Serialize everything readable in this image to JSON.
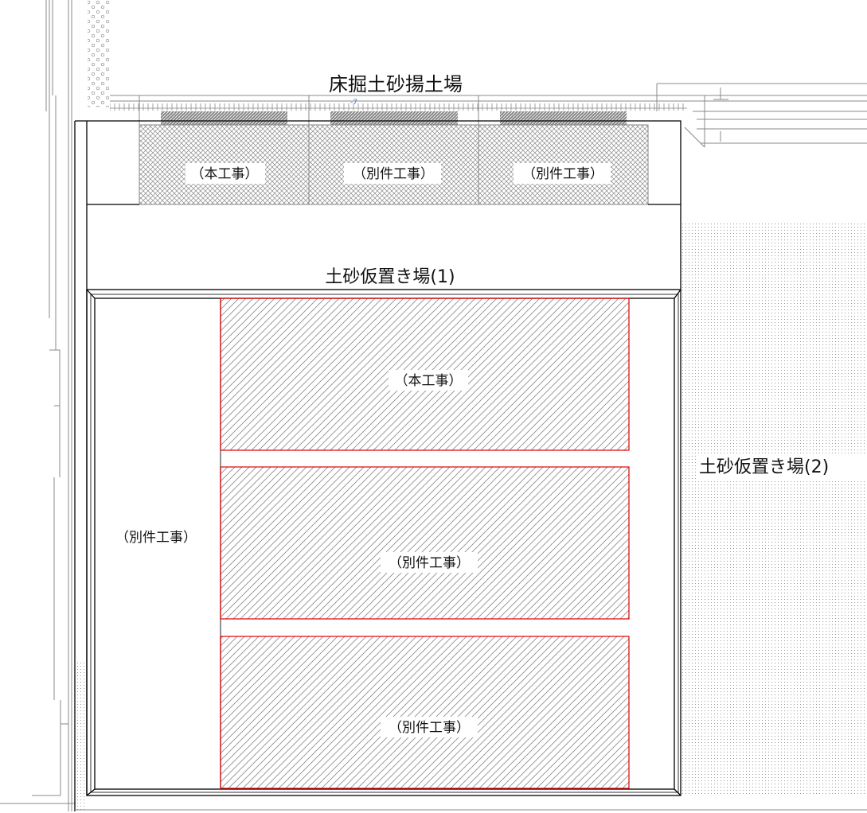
{
  "drawing": {
    "excavation_area": {
      "title": "床掘土砂揚土場",
      "marker": "-7",
      "sections": [
        {
          "label": "（本工事）"
        },
        {
          "label": "（別件工事）"
        },
        {
          "label": "（別件工事）"
        }
      ]
    },
    "storage_1": {
      "title": "土砂仮置き場(1)",
      "side_label": "（別件工事）",
      "plots": [
        {
          "label": "（本工事）"
        },
        {
          "label": "（別件工事）"
        },
        {
          "label": "（別件工事）"
        }
      ]
    },
    "storage_2": {
      "title": "土砂仮置き場(2)"
    },
    "colors": {
      "plot_border": "#e00000",
      "line": "#000000",
      "detail_line": "#808080"
    }
  }
}
